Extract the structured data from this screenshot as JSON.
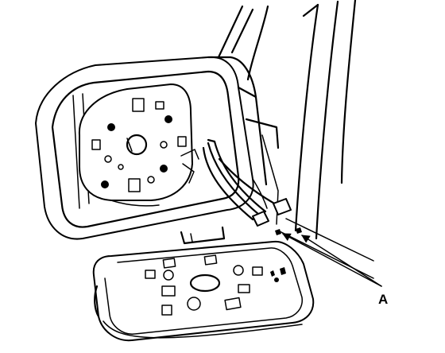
{
  "callouts": [
    {
      "id": "A",
      "label": "A"
    }
  ],
  "icons": {
    "arrow_marker": "arrowhead"
  },
  "colors": {
    "line": "#000000",
    "background": "#ffffff"
  }
}
